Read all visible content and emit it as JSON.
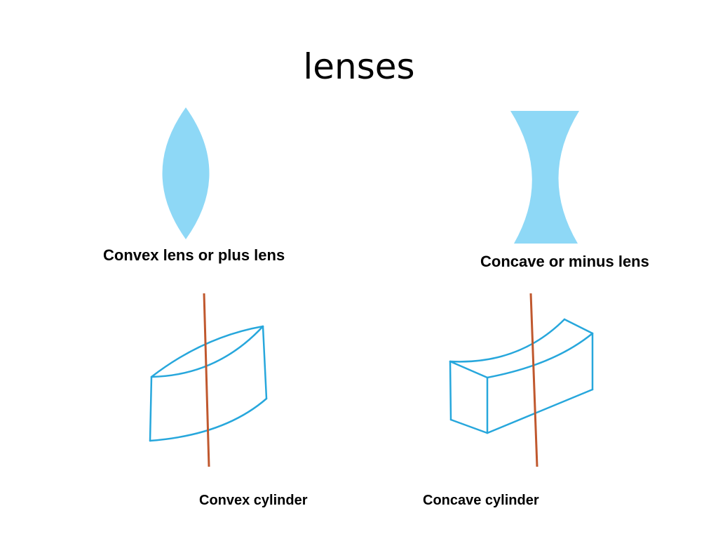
{
  "slide": {
    "title": "lenses"
  },
  "labels": {
    "convex_lens": "Convex lens or plus lens",
    "concave_lens": "Concave or minus lens",
    "convex_cylinder": "Convex cylinder",
    "concave_cylinder": "Concave cylinder"
  },
  "colors": {
    "lens_fill": "#8ed8f6",
    "cylinder_stroke": "#27a7dc",
    "axis_line": "#c0582e"
  },
  "figures": [
    {
      "id": "convex-lens",
      "shape": "biconvex"
    },
    {
      "id": "concave-lens",
      "shape": "biconcave"
    },
    {
      "id": "convex-cylinder",
      "shape": "convex cylinder with axis"
    },
    {
      "id": "concave-cylinder",
      "shape": "concave cylinder with axis"
    }
  ]
}
